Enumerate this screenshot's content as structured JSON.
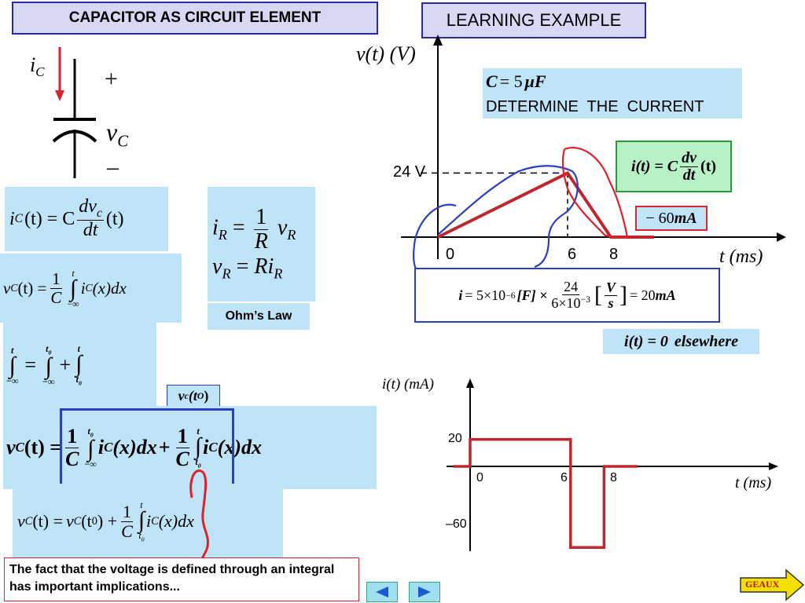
{
  "header": {
    "left_title": "CAPACITOR AS CIRCUIT ELEMENT",
    "right_title": "LEARNING EXAMPLE"
  },
  "capacitor_symbol": {
    "current_label": "i",
    "current_sub": "C",
    "plus": "+",
    "voltage_label": "v",
    "voltage_sub": "C",
    "minus": "–"
  },
  "equations": {
    "ic_def": {
      "lhs": "i",
      "sub": "C",
      "arg": "(t) = C",
      "num": "dv",
      "num_sub": "c",
      "den": "dt",
      "tail": "(t)"
    },
    "vc_def": {
      "lhs": "v",
      "sub": "C",
      "arg": "(t) =",
      "num": "1",
      "den": "C",
      "upper": "t",
      "lower": "−∞",
      "integrand": "i",
      "int_sub": "C",
      "int_tail": "(x)dx"
    },
    "ohm_ir": {
      "lhs": "i",
      "sub": "R",
      "eq": "=",
      "num": "1",
      "den": "R",
      "rhs": "v",
      "rhs_sub": "R"
    },
    "ohm_vr": {
      "lhs": "v",
      "sub": "R",
      "eq": "=",
      "rhs": "Ri",
      "rhs_sub": "R"
    },
    "ohm_label": "Ohm’s Law",
    "split": {
      "u1": "t",
      "l1": "−∞",
      "eq": "=",
      "u2": "t",
      "u2_sub": "0",
      "l2": "−∞",
      "plus": "+",
      "u3": "t",
      "l3": "t",
      "l3_sub": "0"
    },
    "vc_t0": {
      "v": "v",
      "sub": "c",
      "arg": "(t",
      "arg_sub": "O",
      "close": ")"
    },
    "big": {
      "lhs": "v",
      "sub": "C",
      "arg": "(t) =",
      "num": "1",
      "den": "C",
      "u1": "t",
      "u1_sub": "0",
      "l1": "−∞",
      "i1": "i",
      "i1_sub": "C",
      "t1": "(x)dx",
      "plus": "+",
      "num2": "1",
      "den2": "C",
      "u2": "t",
      "l2": "t",
      "l2_sub": "0",
      "i2": "i",
      "i2_sub": "C",
      "t2": "(x)dx"
    },
    "final": {
      "lhs": "v",
      "sub": "C",
      "arg": "(t) =",
      "v0": "v",
      "v0_sub": "C",
      "v0_arg": "(t",
      "v0_arg_sub": "0",
      "v0_close": ") +",
      "num": "1",
      "den": "C",
      "upper": "t",
      "lower": "t",
      "lower_sub": "0",
      "integrand": "i",
      "int_sub": "C",
      "int_tail": "(x)dx"
    }
  },
  "example": {
    "cap_value": {
      "lhs": "C",
      "eq": "= 5",
      "unit": "μF"
    },
    "instruction": "DETERMINE  THE  CURRENT",
    "formula": {
      "lhs": "i(t) = C",
      "num": "dv",
      "den": "dt",
      "tail": "(t)"
    },
    "neg_current": {
      "val": "− 60",
      "unit": "mA"
    },
    "calc": {
      "lhs": "i",
      "eq": "= 5×10",
      "exp": "−6",
      "unit1": "[F] ×",
      "num": "24",
      "den_base": "6×10",
      "den_exp": "−3",
      "unit_num": "V",
      "unit_den": "s",
      "result": "= 20",
      "result_unit": "mA"
    },
    "elsewhere": {
      "lhs": "i(t) = 0",
      "word": "elsewhere"
    }
  },
  "voltage_chart": {
    "ylabel": "v(t) (V)",
    "xlabel": "t (ms)",
    "ytick": "24 V",
    "xticks": [
      "0",
      "6",
      "8"
    ]
  },
  "current_chart": {
    "ylabel": "i(t) (mA)",
    "xlabel": "t (ms)",
    "yticks": [
      "20",
      "–60"
    ],
    "xticks": [
      "0",
      "6",
      "8"
    ]
  },
  "chart_data": [
    {
      "type": "line",
      "ylabel": "v(t) (V)",
      "xlabel": "t (ms)",
      "x": [
        0,
        6,
        8,
        10
      ],
      "y": [
        0,
        24,
        0,
        0
      ],
      "annotations": [
        "24 V"
      ],
      "color": "#c0262e"
    },
    {
      "type": "line",
      "ylabel": "i(t) (mA)",
      "xlabel": "t (ms)",
      "x": [
        -1,
        0,
        0,
        6,
        6,
        8,
        8,
        10
      ],
      "y": [
        0,
        0,
        20,
        20,
        -60,
        -60,
        0,
        0
      ],
      "color": "#c0262e"
    }
  ],
  "footer": {
    "note": "The fact that the voltage is defined through an integral has important implications...",
    "prev_icon": "left-triangle-icon",
    "next_icon": "right-triangle-icon",
    "geaux": "GEAUX"
  },
  "colors": {
    "accent_red": "#c0262e",
    "eq_bg": "#bfe3f7",
    "title_bg": "#d8d8f5",
    "title_border": "#2a2aa0",
    "formula_bg": "#b8f0c8",
    "ink_blue": "#2b3fc0"
  }
}
